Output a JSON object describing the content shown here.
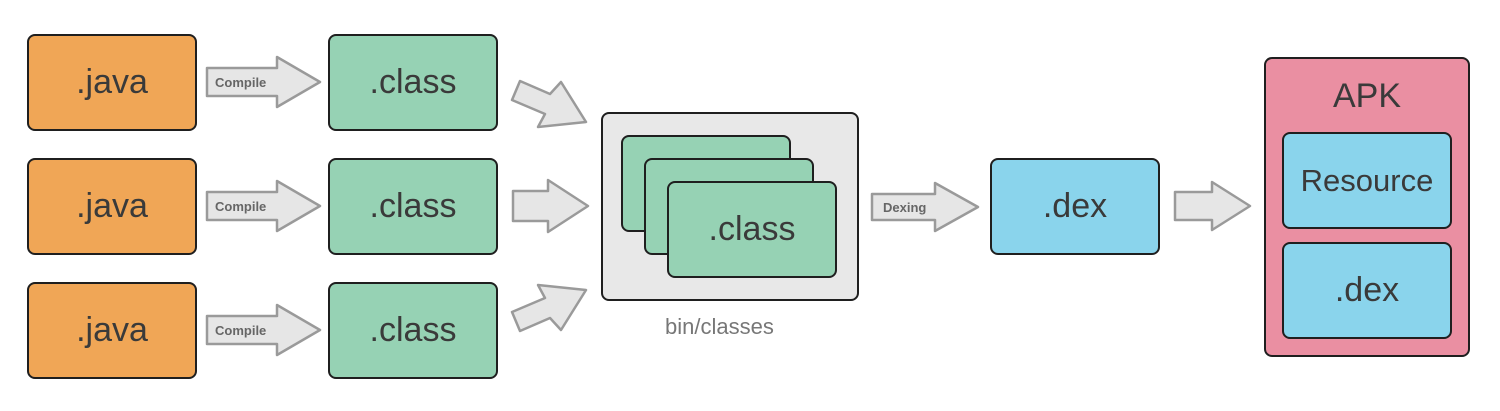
{
  "sources": [
    {
      "label": ".java",
      "arrow_label": "Compile",
      "output": ".class"
    },
    {
      "label": ".java",
      "arrow_label": "Compile",
      "output": ".class"
    },
    {
      "label": ".java",
      "arrow_label": "Compile",
      "output": ".class"
    }
  ],
  "stack": {
    "label": ".class",
    "caption": "bin/classes"
  },
  "dexing": {
    "arrow_label": "Dexing",
    "output": ".dex"
  },
  "apk": {
    "title": "APK",
    "items": [
      "Resource",
      ".dex"
    ]
  },
  "colors": {
    "java": "#f0a656",
    "class": "#96d2b4",
    "dex": "#8ad4ec",
    "apk": "#ea8fa2",
    "container": "#e8e8e8",
    "arrow_fill": "#e6e6e6",
    "arrow_stroke": "#9a9a9a"
  }
}
